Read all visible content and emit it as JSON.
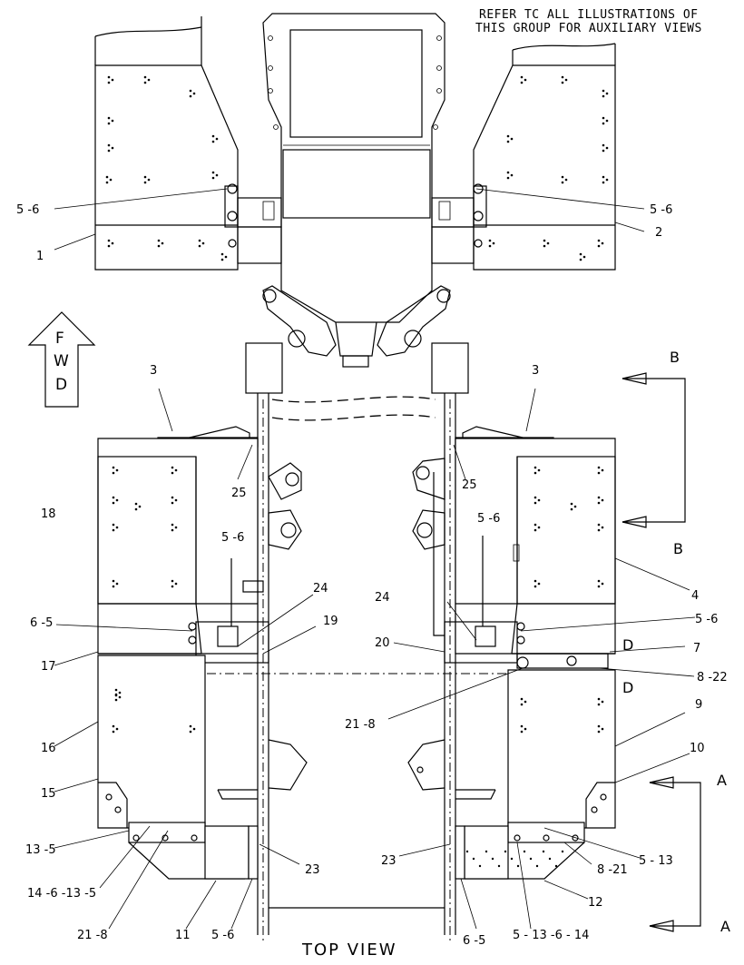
{
  "header": {
    "line1": "REFER TC ALL ILLUSTRATIONS OF",
    "line2": "THIS GROUP FOR AUXILIARY VIEWS"
  },
  "view_title": "TOP VIEW",
  "fwd": {
    "f": "F",
    "w": "W",
    "d": "D"
  },
  "sections": {
    "b_top": "B",
    "b_bottom": "B",
    "d_top": "D",
    "d_bottom": "D",
    "a_top": "A",
    "a_bottom": "A"
  },
  "callouts": {
    "c1": "1",
    "c2": "2",
    "c3l": "3",
    "c3r": "3",
    "c4": "4",
    "c56_tl": "5 -6",
    "c56_tr": "5 -6",
    "c56_ml": "5 -6",
    "c56_mr": "5 -6",
    "c56_r": "5 -6",
    "c56_bl": "5 -6",
    "c65_l": "6 -5",
    "c65_b": "6 -5",
    "c7": "7",
    "c822": "8 -22",
    "c9": "9",
    "c10": "10",
    "c11": "11",
    "c12": "12",
    "c135": "13 -5",
    "c14": "14 -6 -13 -5",
    "c15": "15",
    "c16": "16",
    "c17": "17",
    "c18": "18",
    "c19": "19",
    "c20": "20",
    "c218_m": "21 -8",
    "c218_b": "21 -8",
    "c23l": "23",
    "c23r": "23",
    "c24l": "24",
    "c24r": "24",
    "c25l": "25",
    "c25r": "25",
    "c513": "5 - 13",
    "c821": "8 -21",
    "c51364": "5 - 13 -6 - 14"
  }
}
